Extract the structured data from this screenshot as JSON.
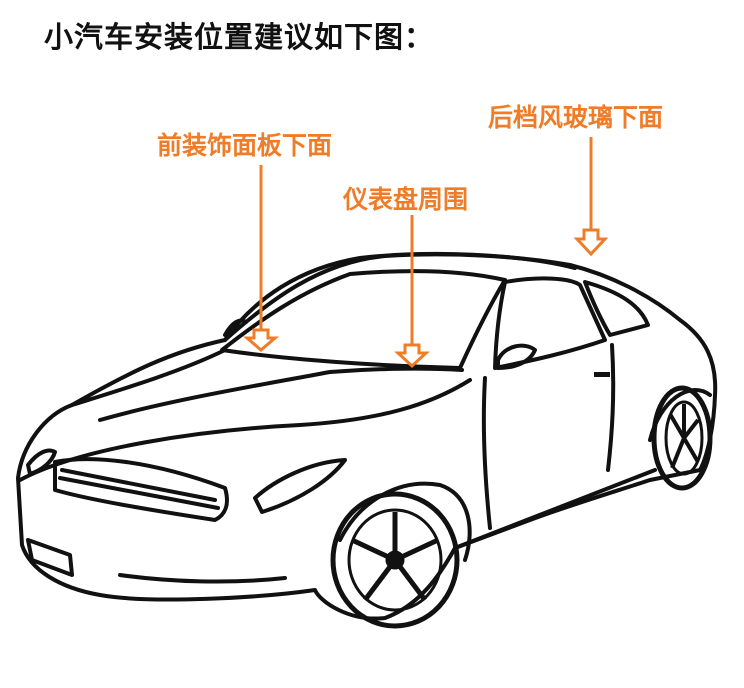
{
  "title": "小汽车安装位置建议如下图：",
  "callouts": [
    {
      "label": "前装饰面板下面"
    },
    {
      "label": "仪表盘周围"
    },
    {
      "label": "后档风玻璃下面"
    }
  ],
  "colors": {
    "callout": "#F07C28",
    "outline": "#111111"
  }
}
